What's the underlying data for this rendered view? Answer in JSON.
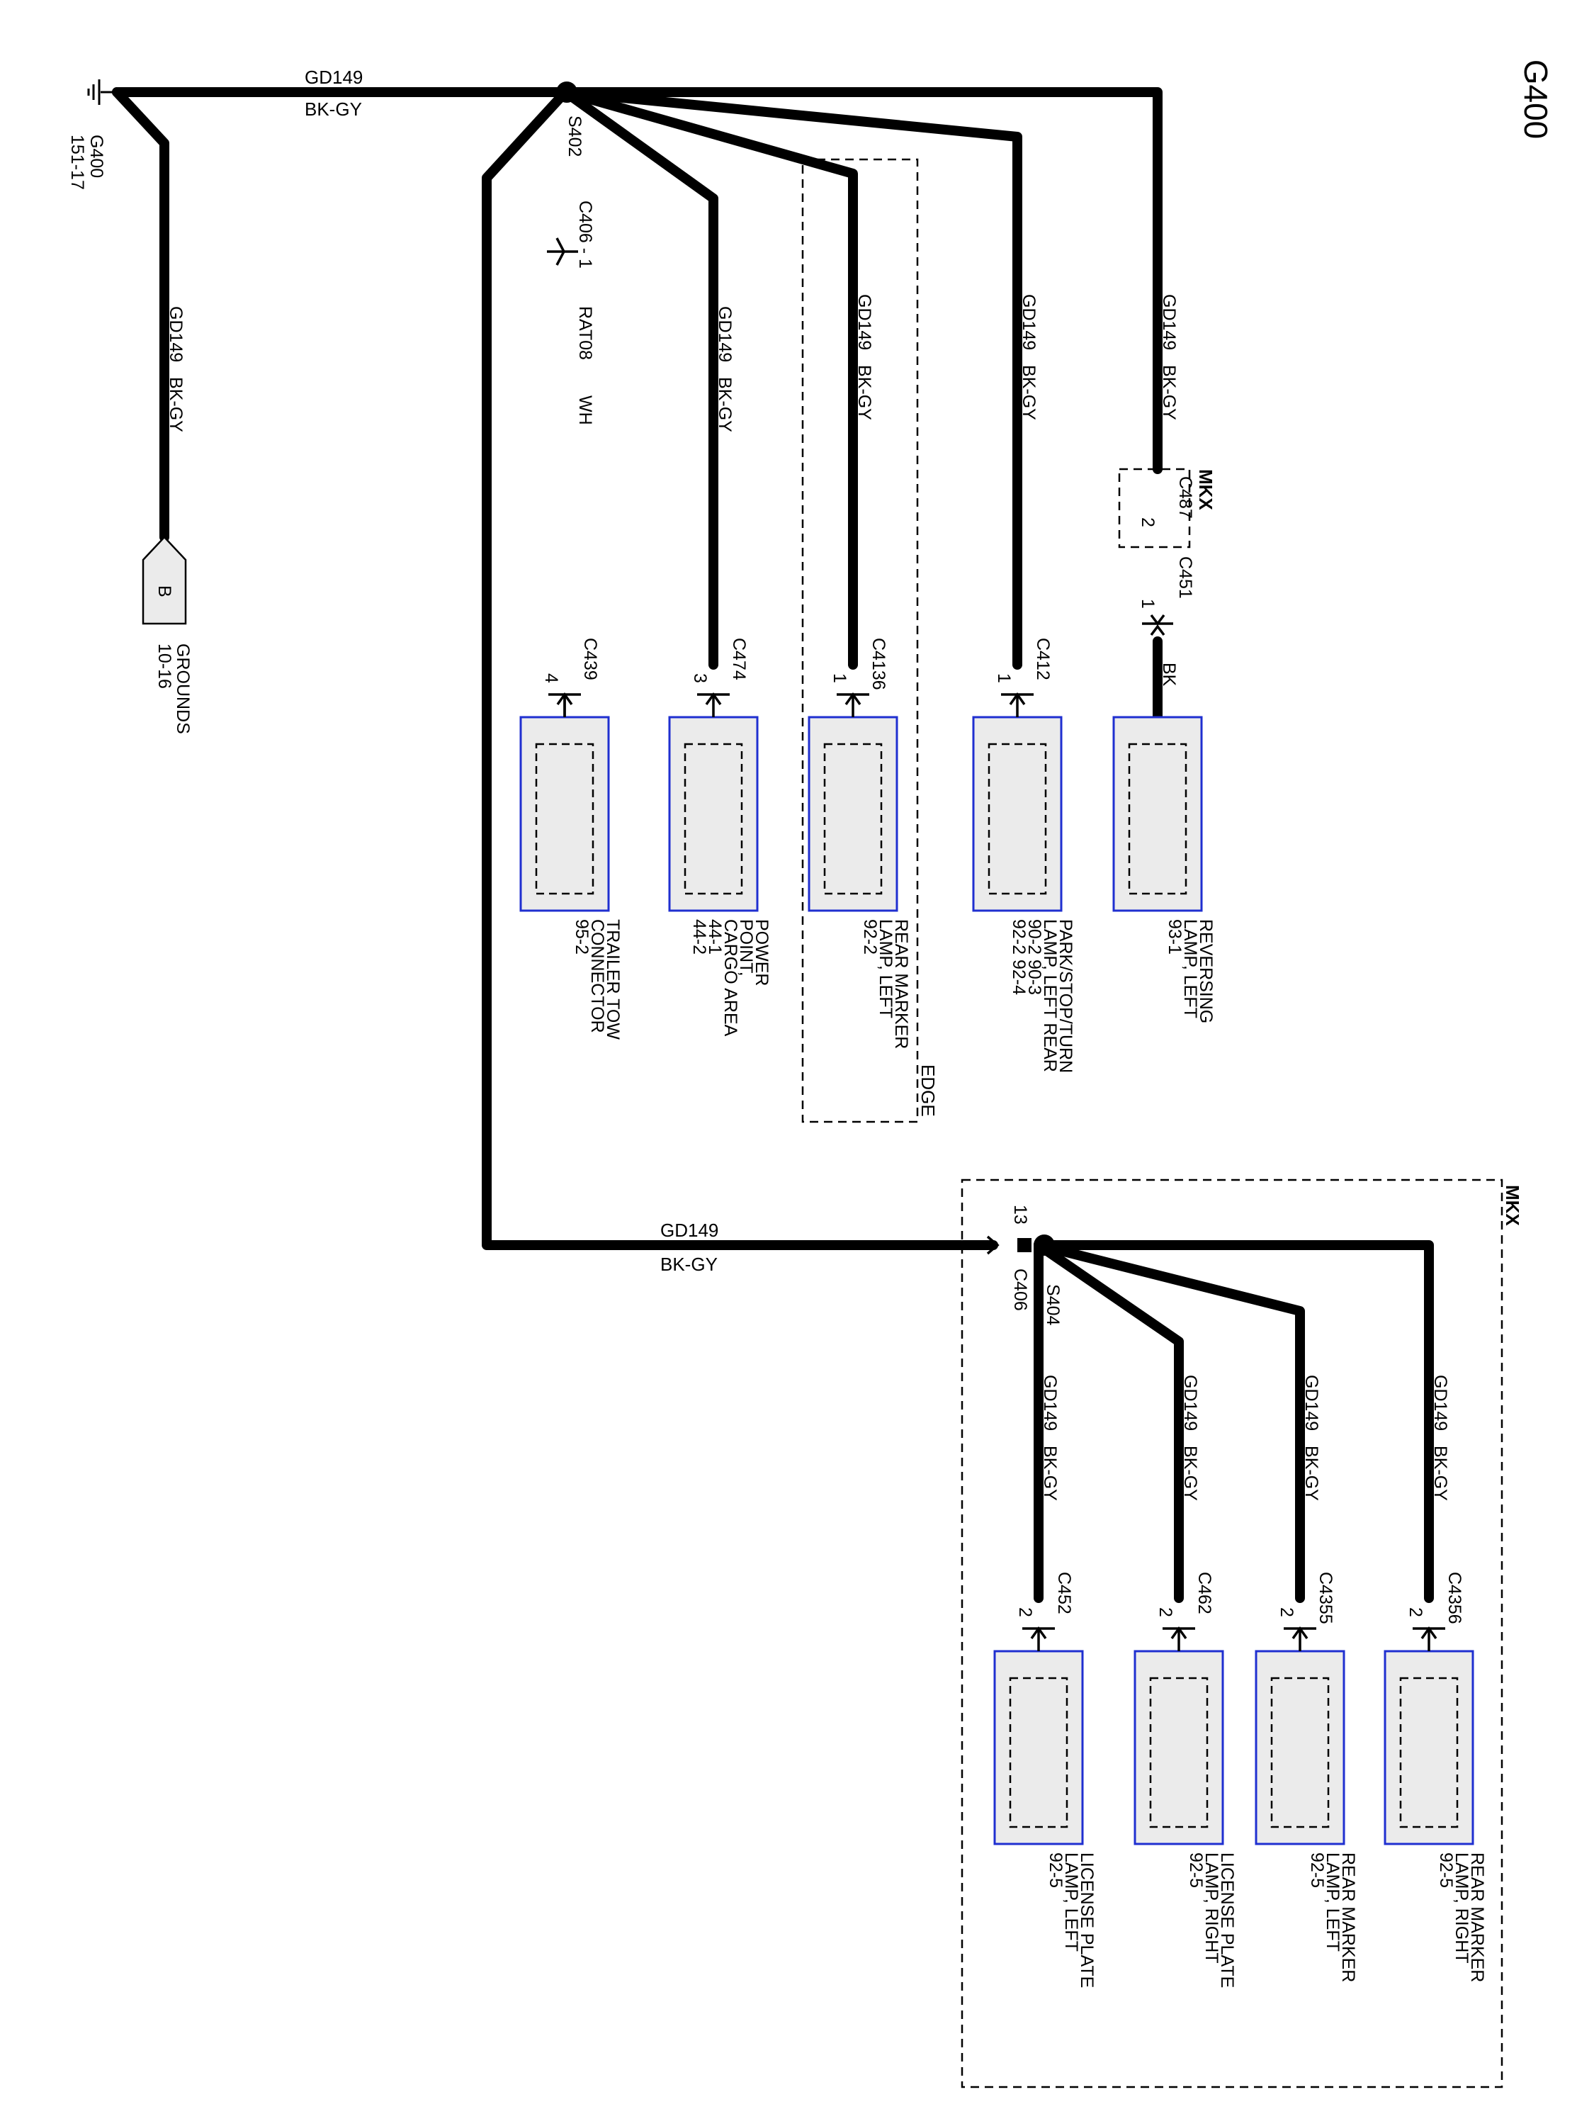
{
  "title": "G400",
  "ground": {
    "name": "G400",
    "ref": "151-17"
  },
  "main_wire": {
    "circuit": "GD149",
    "color": "BK-GY"
  },
  "splices": {
    "s402": "S402",
    "s404": "S404"
  },
  "vertical_wire_labels": [
    {
      "id": "grounds-wire",
      "text": "GD149   BK-GY"
    },
    {
      "id": "c474-wire",
      "text": "GD149   BK-GY"
    },
    {
      "id": "c4136-wire",
      "text": "GD149   BK-GY"
    },
    {
      "id": "c412-wire",
      "text": "GD149   BK-GY"
    },
    {
      "id": "c451-wire",
      "text": "GD149   BK-GY"
    },
    {
      "id": "c452-wire",
      "text": "GD149   BK-GY"
    },
    {
      "id": "c462-wire",
      "text": "GD149   BK-GY"
    },
    {
      "id": "c4355-wire",
      "text": "GD149   BK-GY"
    },
    {
      "id": "c4356-wire",
      "text": "GD149   BK-GY"
    }
  ],
  "grounds_ref": {
    "letter": "B",
    "label": "GROUNDS",
    "page": "10-16"
  },
  "c406_branch": {
    "connector": "C406 - 1",
    "circuit": "RAT08",
    "color": "WH"
  },
  "c487": {
    "option": "MKX",
    "connector": "C487",
    "pin": "2"
  },
  "c451": {
    "connector": "C451",
    "pin": "1",
    "wire_color": "BK"
  },
  "edge_label": "EDGE",
  "mkx_label": "MKX",
  "c406_lower": {
    "pin": "13",
    "connector": "C406"
  },
  "wire_bottom_label": {
    "circuit": "GD149",
    "color": "BK-GY"
  },
  "components": [
    {
      "id": "reversing",
      "connector": "C451",
      "pin": "",
      "lines": [
        "REVERSING",
        "LAMP, LEFT",
        "93-1"
      ]
    },
    {
      "id": "park-stop-turn",
      "connector": "C412",
      "pin": "1",
      "lines": [
        "PARK/STOP/TURN",
        "LAMP, LEFT REAR",
        "90-2     90-3",
        "92-2     92-4"
      ]
    },
    {
      "id": "rear-marker-left-upper",
      "connector": "C4136",
      "pin": "1",
      "lines": [
        "REAR MARKER",
        "LAMP, LEFT",
        "92-2"
      ]
    },
    {
      "id": "power-point",
      "connector": "C474",
      "pin": "3",
      "lines": [
        "POWER",
        "POINT,",
        "CARGO AREA",
        "44-1",
        "44-2"
      ]
    },
    {
      "id": "trailer-tow",
      "connector": "C439",
      "pin": "4",
      "lines": [
        "TRAILER TOW",
        "CONNECTOR",
        "95-2"
      ]
    },
    {
      "id": "license-left",
      "connector": "C452",
      "pin": "2",
      "lines": [
        "LICENSE PLATE",
        "LAMP, LEFT",
        "92-5"
      ]
    },
    {
      "id": "license-right",
      "connector": "C462",
      "pin": "2",
      "lines": [
        "LICENSE PLATE",
        "LAMP, RIGHT",
        "92-5"
      ]
    },
    {
      "id": "rear-marker-left-lower",
      "connector": "C4355",
      "pin": "2",
      "lines": [
        "REAR MARKER",
        "LAMP, LEFT",
        "92-5"
      ]
    },
    {
      "id": "rear-marker-right",
      "connector": "C4356",
      "pin": "2",
      "lines": [
        "REAR MARKER",
        "LAMP, RIGHT",
        "92-5"
      ]
    }
  ]
}
